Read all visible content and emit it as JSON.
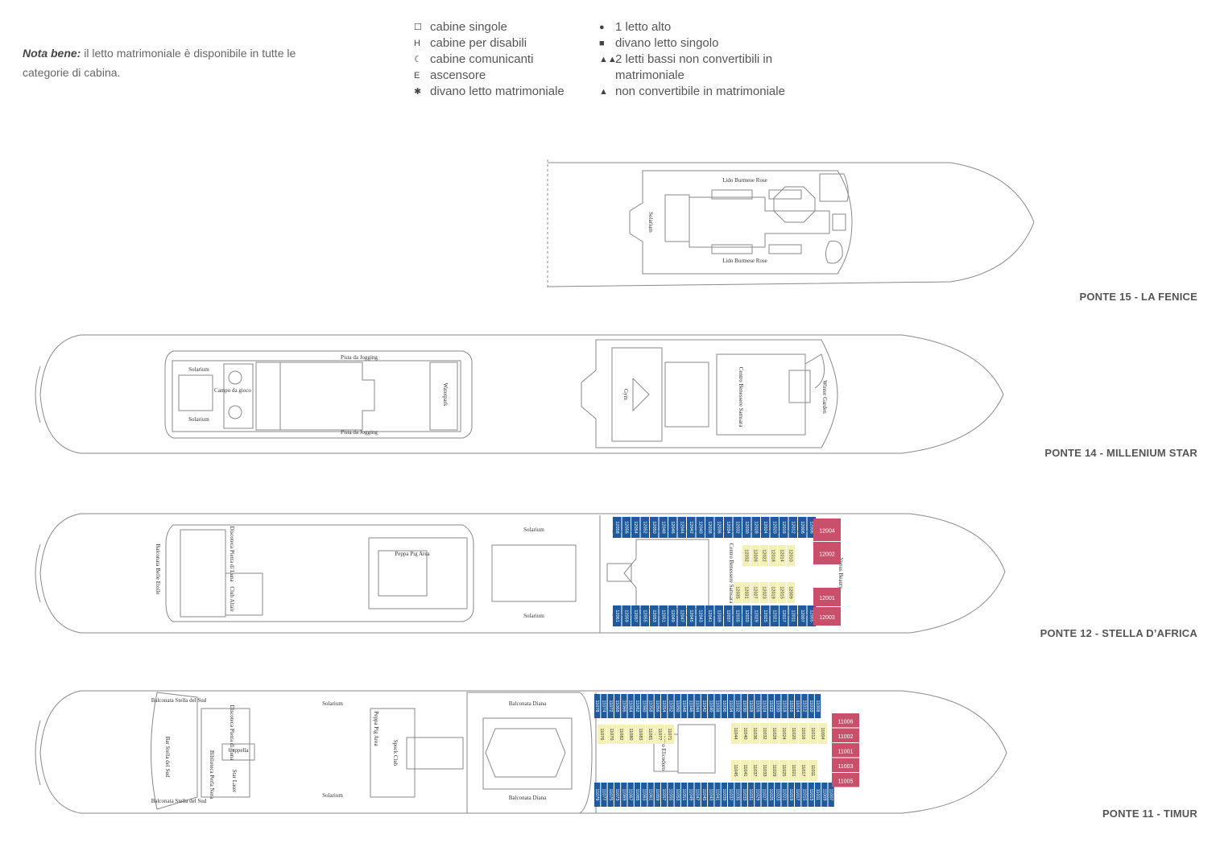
{
  "note": {
    "title": "Nota bene:",
    "text": "il letto matrimoniale è disponibile in tutte le categorie di cabina."
  },
  "legend_left": [
    {
      "icon": "single-cabin-icon",
      "symbol": "☐",
      "label": "cabine singole"
    },
    {
      "icon": "disabled-cabin-icon",
      "symbol": "H",
      "label": "cabine per disabili"
    },
    {
      "icon": "connecting-cabin-icon",
      "symbol": "☾",
      "label": "cabine comunicanti"
    },
    {
      "icon": "elevator-icon",
      "symbol": "E",
      "label": "ascensore"
    },
    {
      "icon": "double-sofa-bed-icon",
      "symbol": "✱",
      "label": "divano letto matrimoniale"
    }
  ],
  "legend_right": [
    {
      "icon": "upper-bed-icon",
      "symbol": "●",
      "label": "1 letto alto"
    },
    {
      "icon": "single-sofa-bed-icon",
      "symbol": "■",
      "label": "divano letto singolo"
    },
    {
      "icon": "two-low-beds-icon",
      "symbol": "▲▲",
      "label": "2 letti bassi non convertibili in matrimoniale"
    },
    {
      "icon": "non-convertible-icon",
      "symbol": "▲",
      "label": "non convertibile in matrimoniale"
    }
  ],
  "colors": {
    "blue_cabin": "#1f5b9c",
    "yellow_cabin": "#f4f1b8",
    "red_cabin": "#c8506a",
    "outline": "#777777"
  },
  "decks": [
    {
      "label": "PONTE 15 - LA FENICE",
      "areas": [
        "Lido Burmese Rose",
        "Solarium",
        "Lido Burmese Rose"
      ]
    },
    {
      "label": "PONTE 14 - MILLENIUM STAR",
      "areas": [
        "Pista da Jogging",
        "Solarium",
        "Campo da gioco",
        "Solarium",
        "Pista da Jogging",
        "Waterpark",
        "Gym",
        "Centro Benessere Samsara",
        "Winter Garden"
      ]
    },
    {
      "label": "PONTE 12 - STELLA D’AFRICA",
      "areas": [
        "Balconata Belle Etoile",
        "Discoteca Pietra di Luna",
        "Club Altair",
        "Peppa Pig Area",
        "Solarium",
        "Solarium",
        "Centro Benessere Samsara",
        "Venus Beauty"
      ],
      "top_cabins": [
        "12058",
        "12056",
        "12054",
        "12052",
        "12050",
        "12048",
        "12046",
        "12044",
        "12042",
        "12040",
        "12038",
        "12036",
        "12034",
        "12032",
        "12030",
        "12028",
        "12024",
        "12020",
        "12016",
        "12012",
        "12008",
        "12006"
      ],
      "bottom_cabins": [
        "12061",
        "12059",
        "12057",
        "12055",
        "12053",
        "12051",
        "12049",
        "12047",
        "12045",
        "12043",
        "12041",
        "12039",
        "12037",
        "12035",
        "12033",
        "12029",
        "12025",
        "12021",
        "12017",
        "12011",
        "12007",
        "12005"
      ],
      "yellow_top": [
        "12032",
        "12026",
        "12022",
        "12018",
        "12014",
        "12010"
      ],
      "yellow_bottom": [
        "12035",
        "12031",
        "12027",
        "12023",
        "12019",
        "12015",
        "12009"
      ],
      "red_cabins": [
        "12004",
        "12002",
        "12001",
        "12003"
      ]
    },
    {
      "label": "PONTE 11 - TIMUR",
      "areas": [
        "Balconata Stella del Sud",
        "Solarium",
        "Discoteca Pietra di Luna",
        "Cappella",
        "Bar Stella del Sud",
        "Biblioteca Perla Nera",
        "Star Laser",
        "Peppa Pig Area",
        "Spock Club",
        "Solarium",
        "Balconata Stella del Sud",
        "Balconata Diana",
        "Balconata Diana",
        "Atrio Elicodoro"
      ],
      "top_cabins": [
        "11078",
        "11074",
        "11072",
        "11068",
        "11066",
        "11064",
        "11062",
        "11060",
        "11058",
        "11056",
        "11054",
        "11052",
        "11050",
        "11048",
        "11046",
        "11044",
        "11042",
        "11040",
        "11038",
        "11036",
        "11034",
        "11032",
        "11030",
        "11028",
        "11026",
        "11024",
        "11022",
        "11020",
        "11018",
        "11016",
        "11014",
        "11012",
        "11010",
        "11008"
      ],
      "bottom_cabins": [
        "11079",
        "11077",
        "11075",
        "11073",
        "11069",
        "11067",
        "11065",
        "11063",
        "11061",
        "11059",
        "11057",
        "11055",
        "11053",
        "11051",
        "11049",
        "11047",
        "11045",
        "11043",
        "11041",
        "11039",
        "11037",
        "11035",
        "11033",
        "11031",
        "11029",
        "11027",
        "11025",
        "11023",
        "11021",
        "11019",
        "11017",
        "11015",
        "11013",
        "11011",
        "11009",
        "11007"
      ],
      "yellow_mid": [
        "11076",
        "11070",
        "11082",
        "11080",
        "11083",
        "11081",
        "11077",
        "11071",
        "11044",
        "11040",
        "11036",
        "11032",
        "11028",
        "11024",
        "11020",
        "11016",
        "11012",
        "11004",
        "11045",
        "11041",
        "11037",
        "11033",
        "11029",
        "11025",
        "11021",
        "11017",
        "11011"
      ],
      "red_cabins": [
        "11006",
        "11002",
        "11001",
        "11003",
        "11005"
      ]
    }
  ]
}
